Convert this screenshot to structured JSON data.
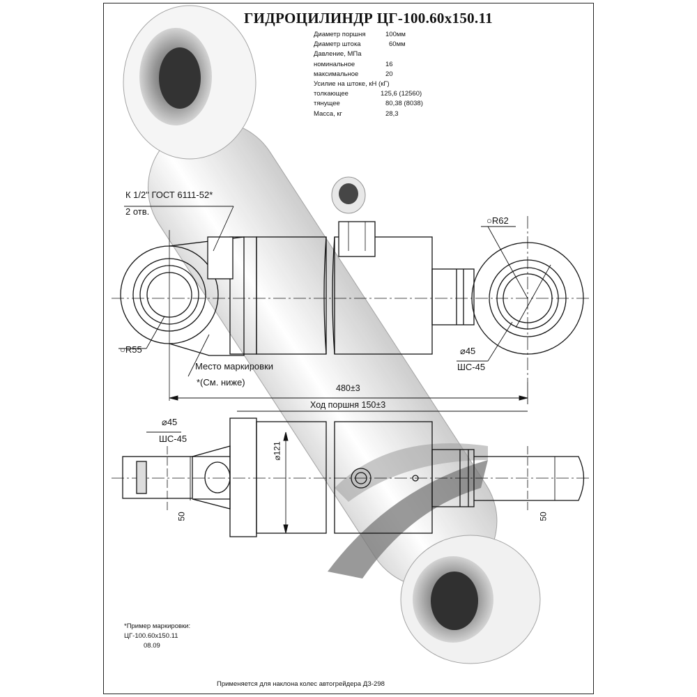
{
  "title": "ГИДРОЦИЛИНДР ЦГ-100.60x150.11",
  "specs": [
    {
      "label": "Диаметр поршня",
      "value": "100мм"
    },
    {
      "label": "Диаметр штока",
      "value": "60мм"
    },
    {
      "label": "Давление, МПа",
      "value": ""
    },
    {
      "label": "номинальное",
      "value": "16"
    },
    {
      "label": "максимальное",
      "value": "20"
    },
    {
      "label": "Усилие на штоке, кН (кГ)",
      "value": ""
    },
    {
      "label": "толкающее",
      "value": "125,6 (12560)"
    },
    {
      "label": "тянущее",
      "value": "80,38 (8038)"
    },
    {
      "label": "Масса, кг",
      "value": "28,3"
    }
  ],
  "callouts": {
    "thread": "К 1/2\" ГОСТ 6111-52*",
    "thread_count": "2 отв.",
    "radius_rod": "R62",
    "radius_base": "R55",
    "marking_place": "Место маркировки",
    "see_below": "*(См. ниже)",
    "pin_diameter_top": "45",
    "bearing_top": "ШС-45",
    "pin_diameter_bottom": "45",
    "bearing_bottom": "ШС-45",
    "length": "480±3",
    "stroke": "Ход поршня 150±3",
    "body_diameter": "121",
    "width_left": "50",
    "width_right": "50"
  },
  "marking_example": {
    "heading": "*Пример маркировки:",
    "code": "ЦГ-100.60x150.11",
    "date": "08.09"
  },
  "footer": "Применяется для наклона колес автогрейдера ДЗ-298"
}
